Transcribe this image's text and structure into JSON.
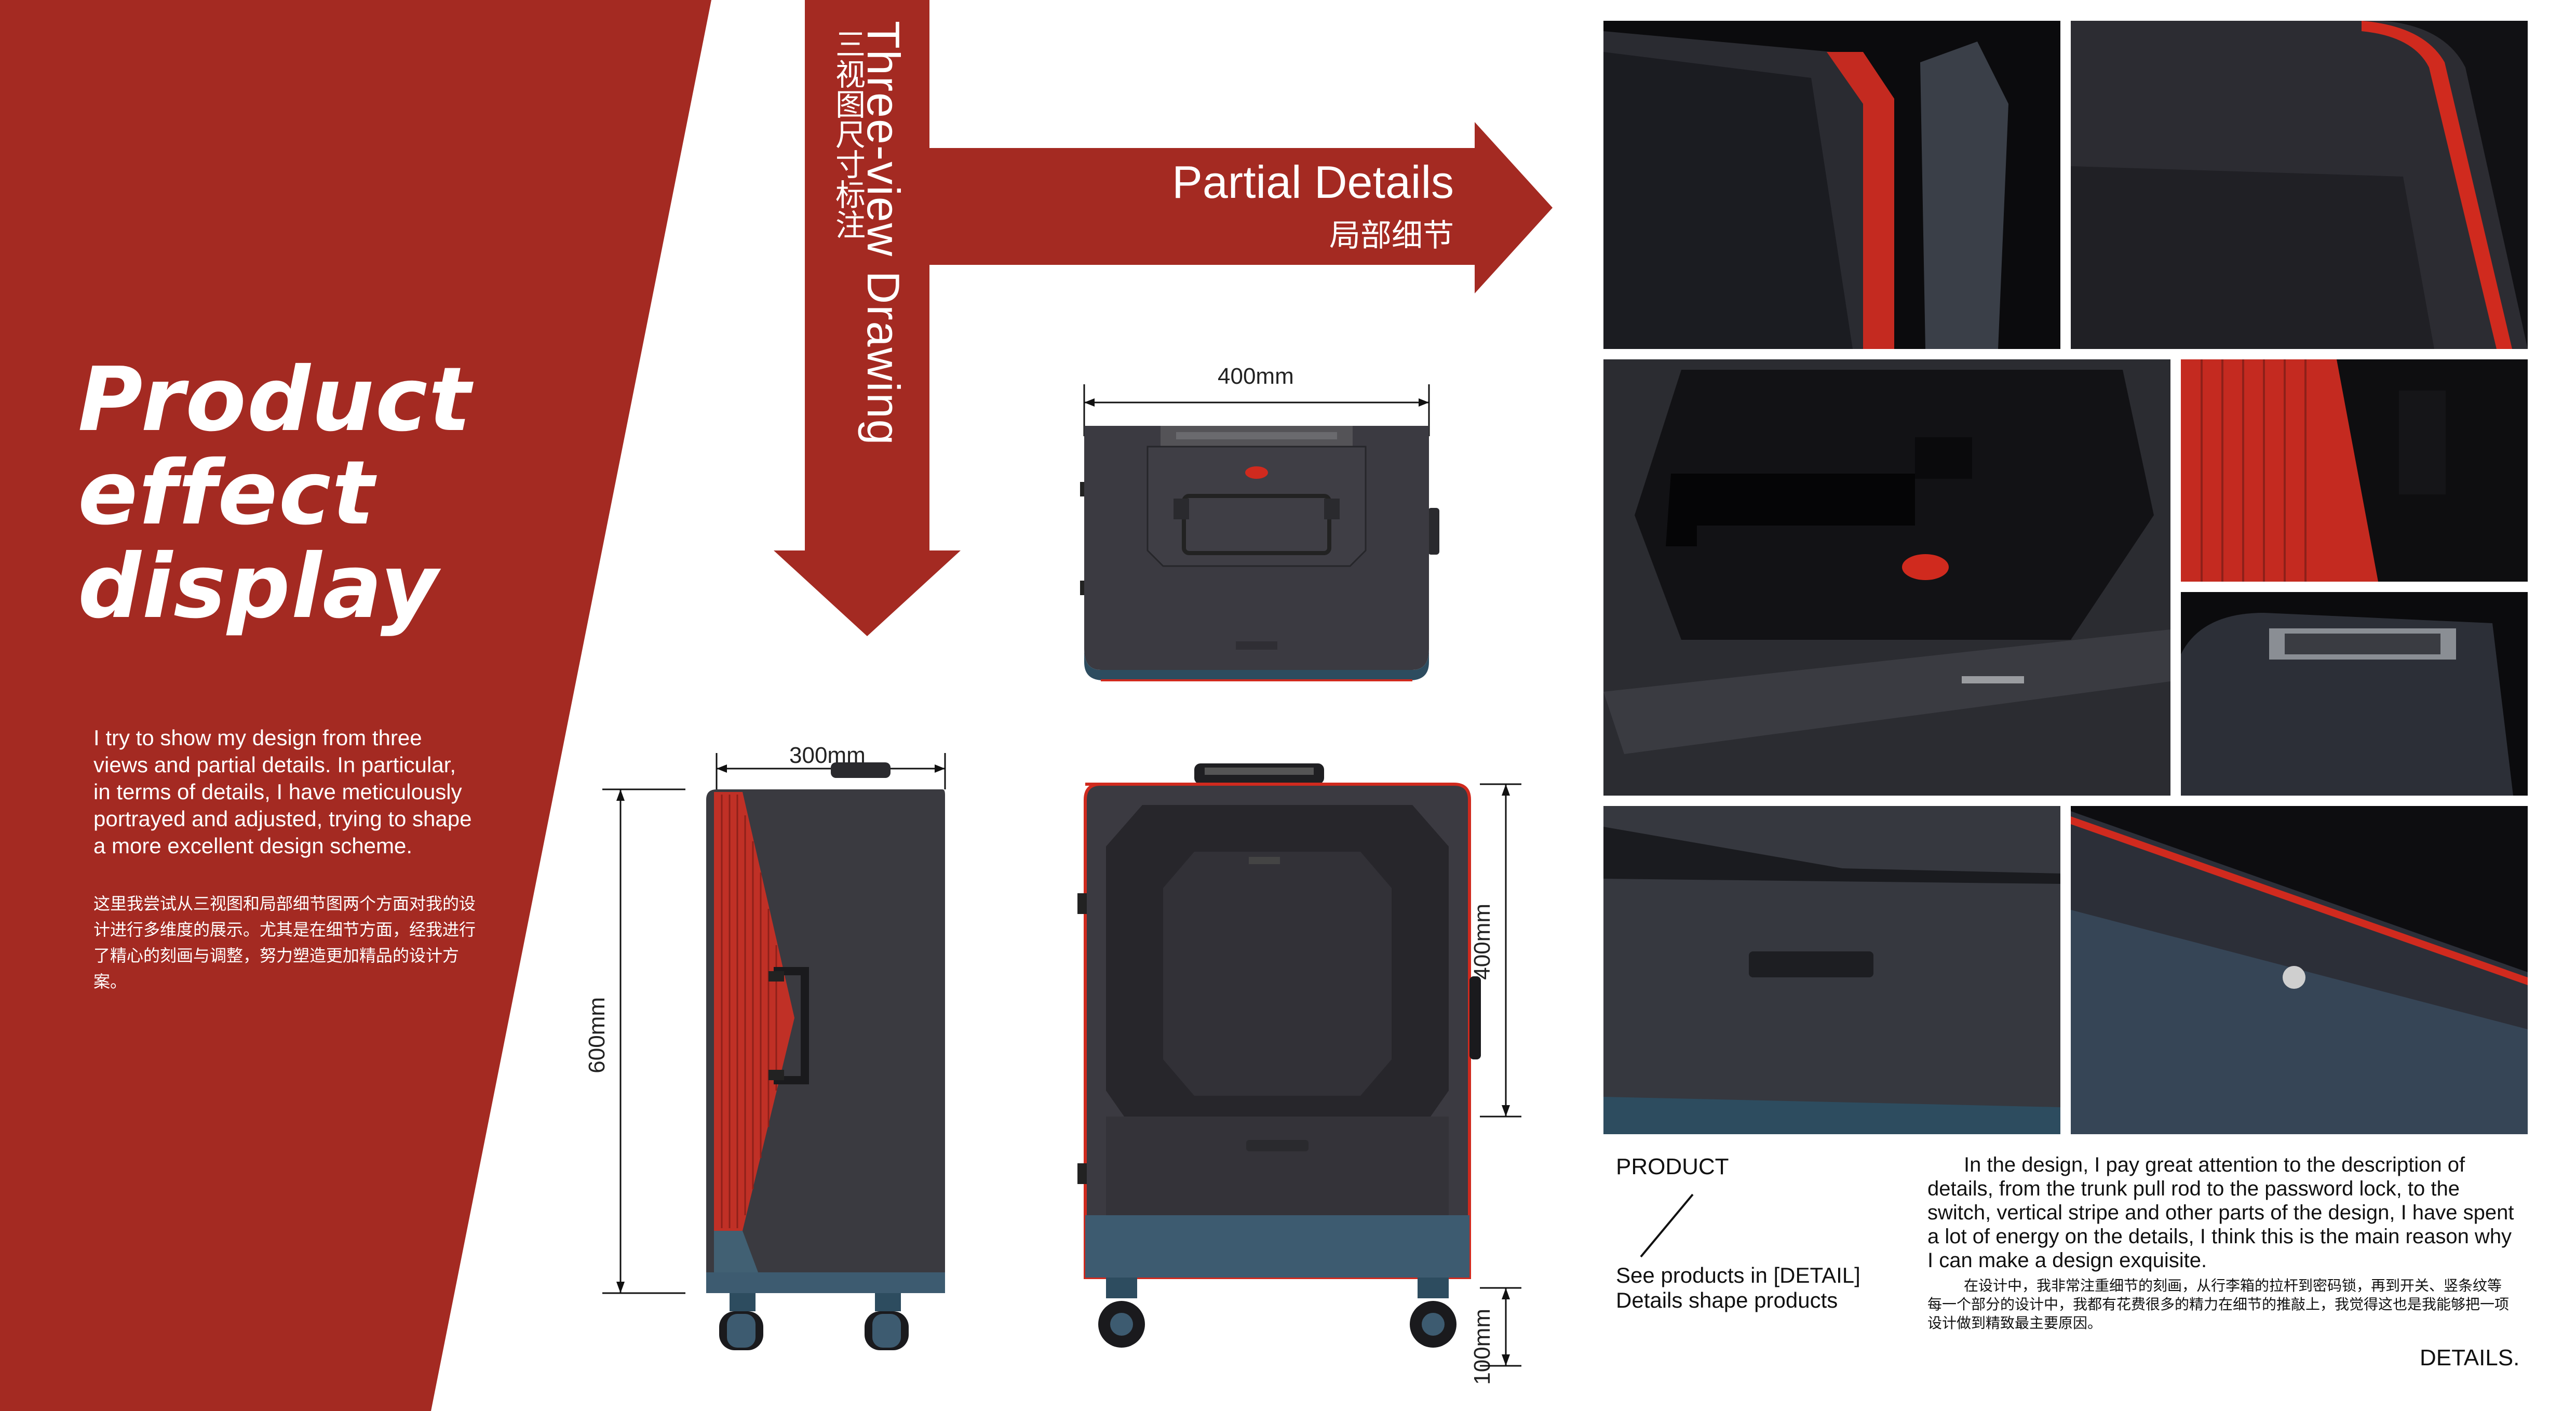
{
  "colors": {
    "brand_red": "#a42a22",
    "case_body": "#3b3a41",
    "case_dark": "#1e1e22",
    "case_blue": "#3d5b70",
    "accent_red": "#d02a1e"
  },
  "hero": {
    "title_lines": [
      "Product",
      "effect",
      "display"
    ],
    "intro_en": "I try to show my design from three views and partial details. In particular, in terms of details, I have meticulously portrayed and adjusted, trying to shape a more excellent design scheme.",
    "intro_zh": "这里我尝试从三视图和局部细节图两个方面对我的设计进行多维度的展示。尤其是在细节方面，经我进行了精心的刻画与调整，努力塑造更加精品的设计方案。"
  },
  "arrows": {
    "three_view_en": "Three-view Drawing",
    "three_view_zh": "三视图尺寸标注",
    "partial_en": "Partial Details",
    "partial_zh": "局部细节"
  },
  "dimensions": {
    "top_width": "400mm",
    "side_depth": "300mm",
    "side_height": "600mm",
    "front_upper": "400mm",
    "front_lower": "100mm"
  },
  "details": {
    "product_label": "PRODUCT",
    "see_line1": "See products in [DETAIL]",
    "see_line2": "Details shape products",
    "desc_en": "In the design, I pay great attention to the description of details, from the trunk pull rod to the password lock, to the switch, vertical stripe and other parts of the design, I have spent a lot of energy on the details, I think this is the main reason why I can make a design exquisite.",
    "desc_zh": "在设计中，我非常注重细节的刻画，从行李箱的拉杆到密码锁，再到开关、竖条纹等每一个部分的设计中，我都有花费很多的精力在细节的推敲上，我觉得这也是我能够把一项设计做到精致最主要原因。",
    "corner_label": "DETAILS."
  },
  "icons": [
    "suitcase-top-view-icon",
    "suitcase-side-view-icon",
    "suitcase-front-view-icon"
  ]
}
